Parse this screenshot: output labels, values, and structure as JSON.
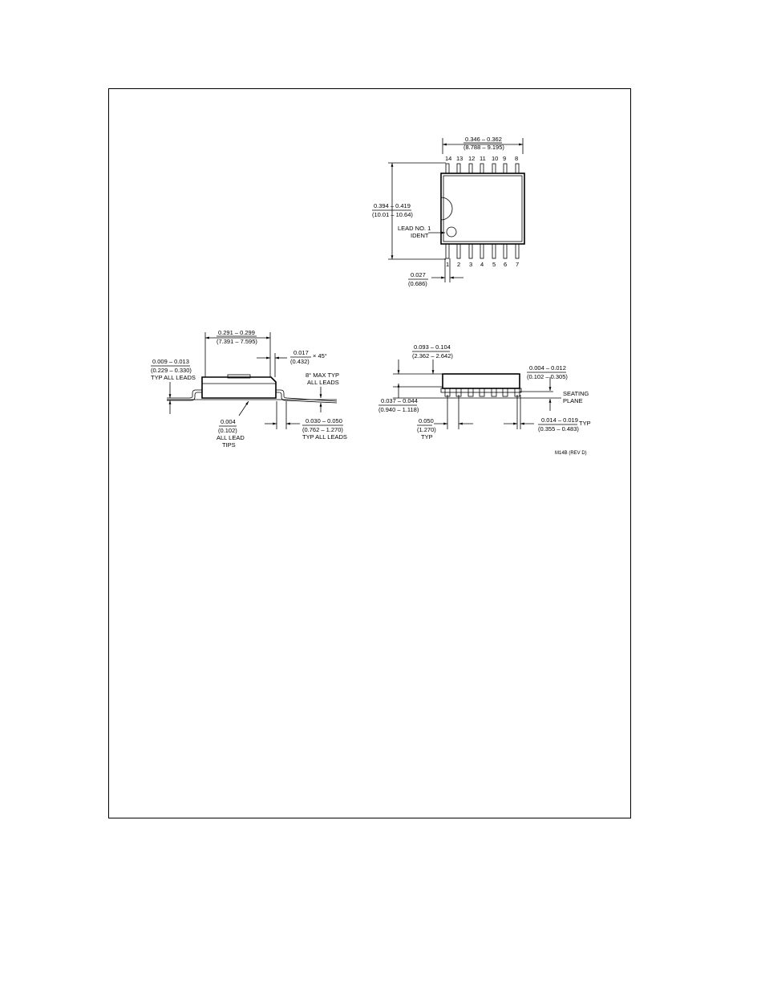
{
  "top_view": {
    "width_in": "0.346 – 0.362",
    "width_mm": "(8.788 – 9.195)",
    "length_in": "0.394 – 0.419",
    "length_mm": "(10.01 – 10.64)",
    "lead1_label_line1": "LEAD NO. 1",
    "lead1_label_line2": "IDENT",
    "lead_width_in": "0.027",
    "lead_width_mm": "(0.686)",
    "top_pins": [
      "14",
      "13",
      "12",
      "11",
      "10",
      "9",
      "8"
    ],
    "bottom_pins": [
      "1",
      "2",
      "3",
      "4",
      "5",
      "6",
      "7"
    ]
  },
  "side_view_left": {
    "body_width_in": "0.291 – 0.299",
    "body_width_mm": "(7.391 – 7.595)",
    "chamfer_in": "0.017",
    "chamfer_mm": "(0.432)",
    "chamfer_angle": "× 45°",
    "standoff_in": "0.009 – 0.013",
    "standoff_mm": "(0.229 – 0.330)",
    "standoff_note": "TYP ALL LEADS",
    "angle_line1": "8° MAX TYP",
    "angle_line2": "ALL LEADS",
    "tip_in": "0.004",
    "tip_mm": "(0.102)",
    "tip_note1": "ALL LEAD",
    "tip_note2": "TIPS",
    "foot_in": "0.030 – 0.050",
    "foot_mm": "(0.762 – 1.270)",
    "foot_note": "TYP ALL LEADS"
  },
  "side_view_right": {
    "height_in": "0.093 – 0.104",
    "height_mm": "(2.362 – 2.642)",
    "clearance_in": "0.004 – 0.012",
    "clearance_mm": "(0.102 – 0.305)",
    "seating_line1": "SEATING",
    "seating_line2": "PLANE",
    "lead_thk_in": "0.037 – 0.044",
    "lead_thk_mm": "(0.940 – 1.118)",
    "pitch_in": "0.050",
    "pitch_mm": "(1.270)",
    "pitch_note": "TYP",
    "lead_w_in": "0.014 – 0.019",
    "lead_w_mm": "(0.355 – 0.483)",
    "lead_w_note": "TYP"
  },
  "drawing_number": "M14B (REV D)"
}
